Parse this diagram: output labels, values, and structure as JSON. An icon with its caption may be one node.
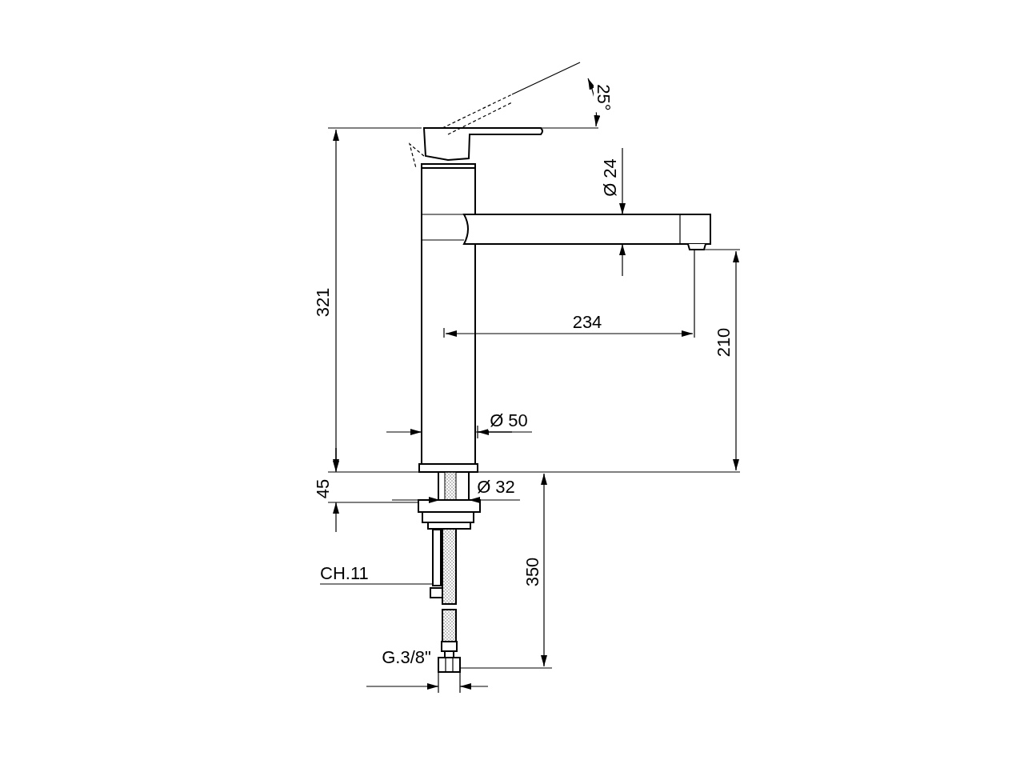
{
  "diagram": {
    "nodes": [
      {
        "text": [
          "CH.11"
        ]
      },
      {
        "text": [],
        "shape": "bar"
      }
    ],
    "edges": [
      {
        "from": 0,
        "to": 1,
        "arrow": "none"
      }
    ],
    "labels": [
      "25°",
      "Ø 24",
      "321",
      "234",
      "210",
      "Ø 50",
      "45",
      "Ø 32",
      "350",
      "G.3/8\""
    ]
  }
}
